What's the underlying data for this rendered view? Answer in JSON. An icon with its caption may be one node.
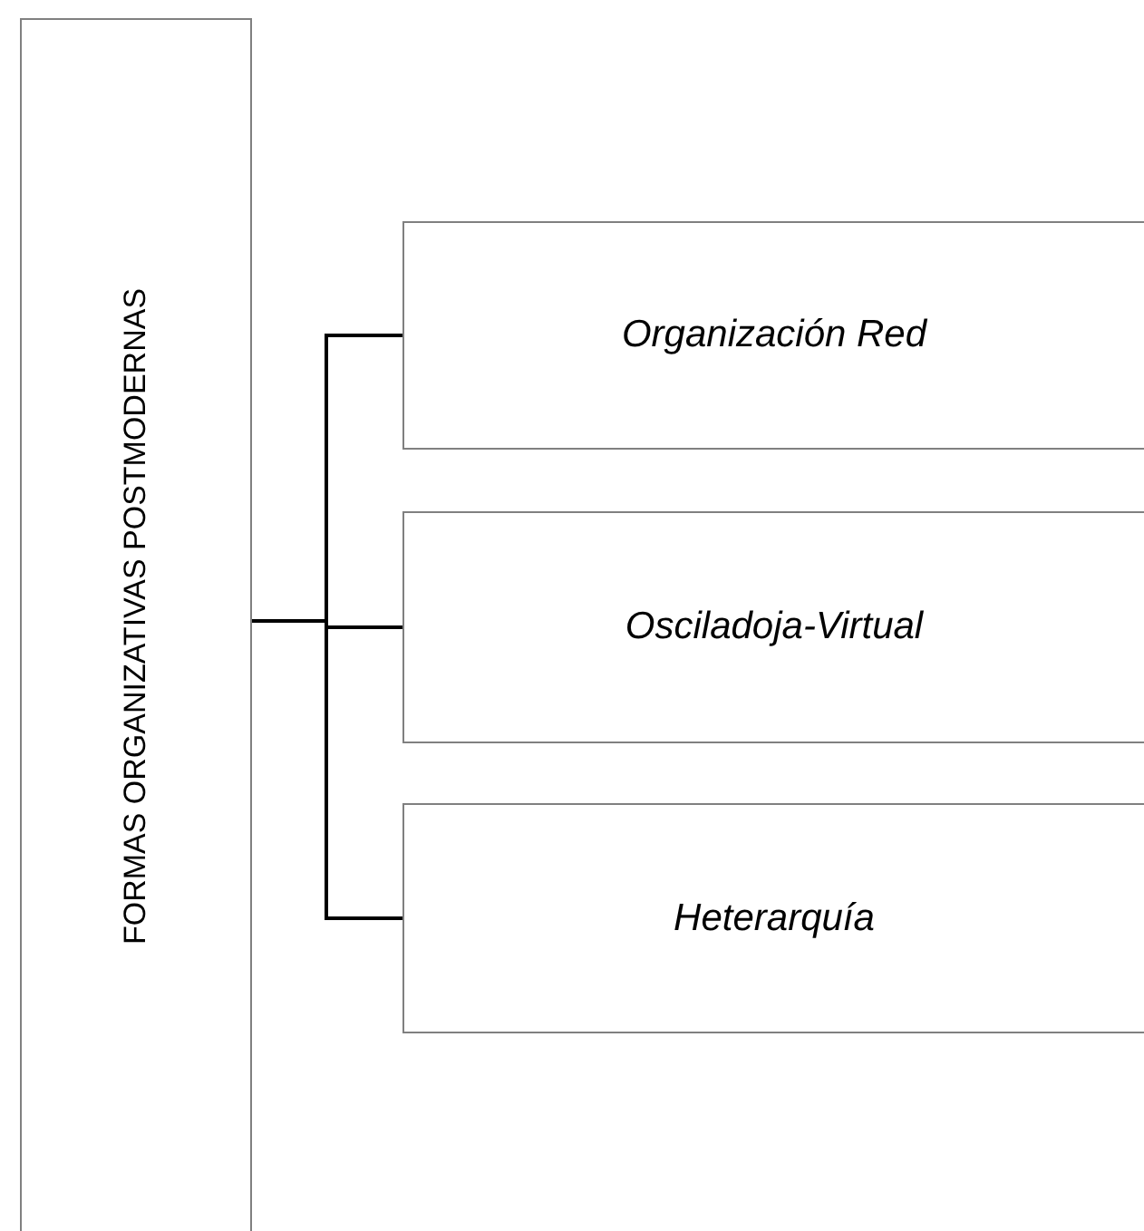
{
  "diagram": {
    "nodes": [
      {
        "text": [
          "FORMAS ORGANIZATIVAS POSTMODERNAS"
        ]
      },
      {
        "text": [
          "Organización Red"
        ]
      },
      {
        "text": [
          "Osciladoja-Virtual"
        ]
      },
      {
        "text": [
          "Heterarquía"
        ]
      }
    ],
    "edges": [
      {
        "from": 0,
        "to": 1,
        "arrow": "none"
      },
      {
        "from": 0,
        "to": 2,
        "arrow": "none"
      },
      {
        "from": 0,
        "to": 3,
        "arrow": "none"
      }
    ]
  }
}
